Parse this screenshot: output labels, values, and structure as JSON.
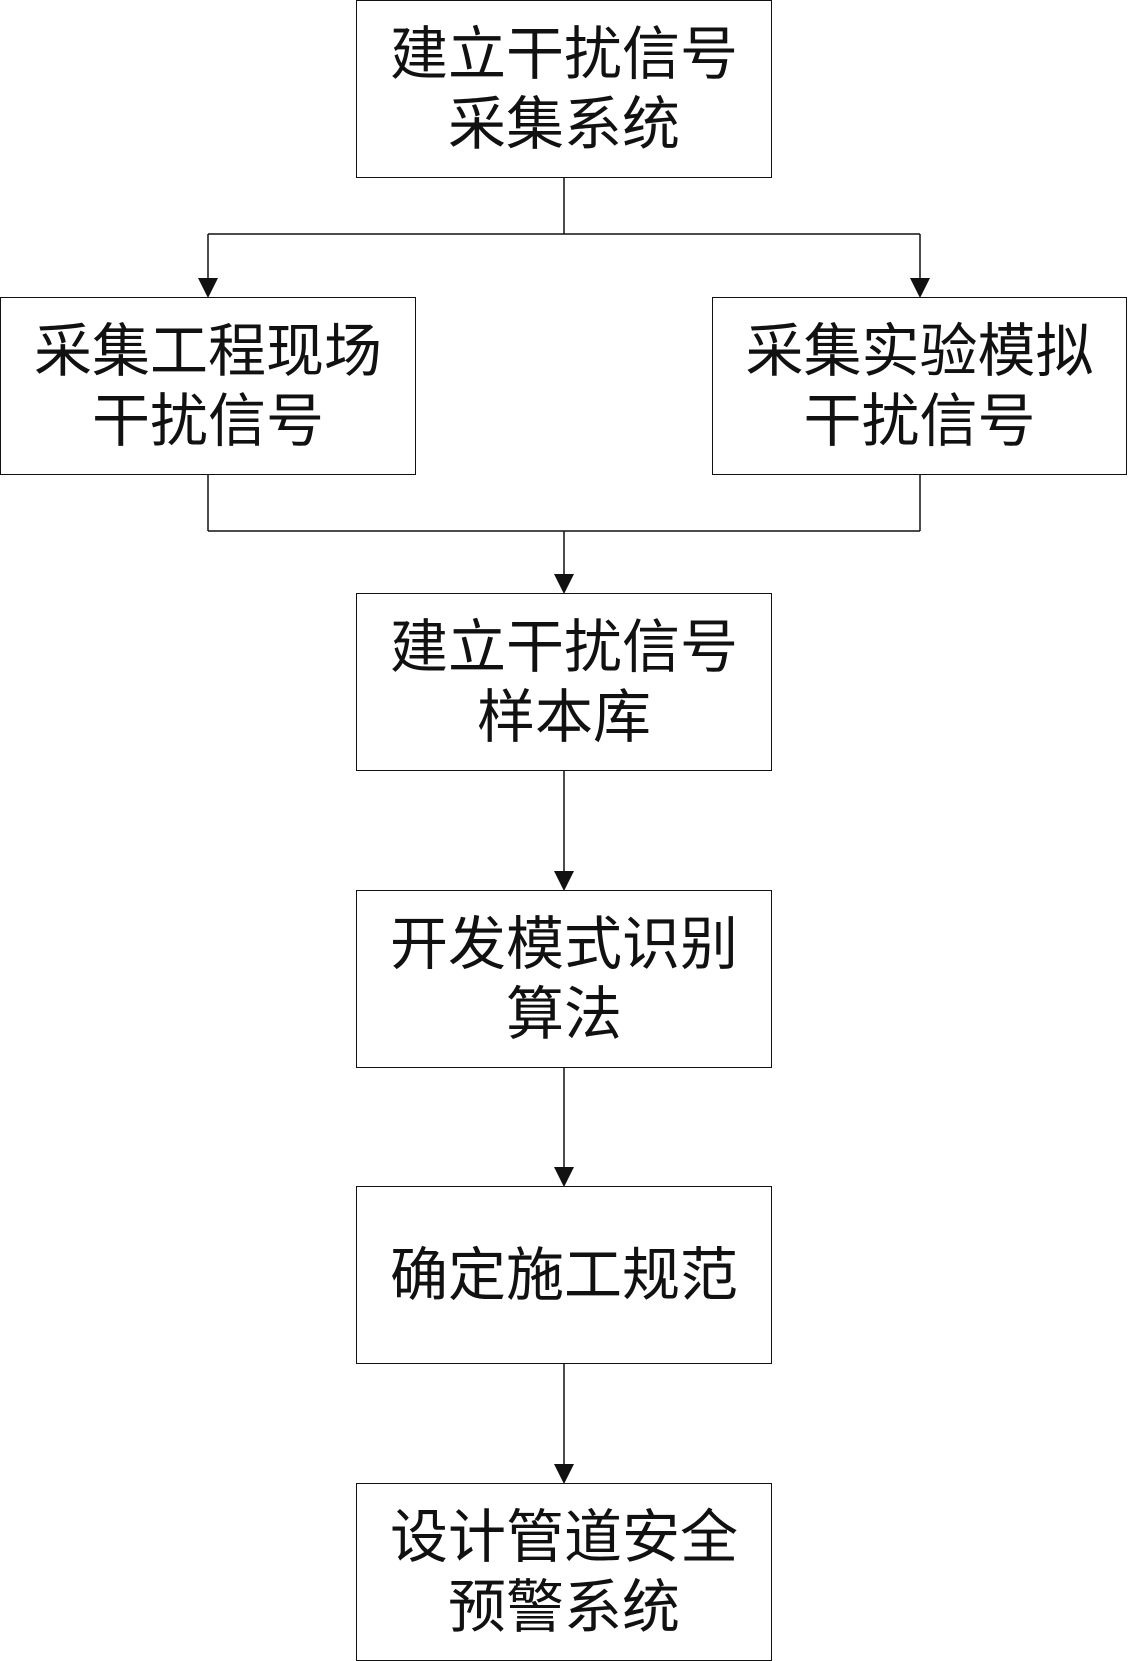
{
  "diagram": {
    "type": "flowchart",
    "nodes": [
      {
        "id": "n1",
        "text": "建立干扰信号\n采集系统"
      },
      {
        "id": "n2",
        "text": "采集工程现场\n干扰信号"
      },
      {
        "id": "n3",
        "text": "采集实验模拟\n干扰信号"
      },
      {
        "id": "n4",
        "text": "建立干扰信号\n样本库"
      },
      {
        "id": "n5",
        "text": "开发模式识别\n算法"
      },
      {
        "id": "n6",
        "text": "确定施工规范"
      },
      {
        "id": "n7",
        "text": "设计管道安全\n预警系统"
      }
    ],
    "edges": [
      {
        "from": "n1",
        "to": "n2"
      },
      {
        "from": "n1",
        "to": "n3"
      },
      {
        "from": "n2",
        "to": "n4"
      },
      {
        "from": "n3",
        "to": "n4"
      },
      {
        "from": "n4",
        "to": "n5"
      },
      {
        "from": "n5",
        "to": "n6"
      },
      {
        "from": "n6",
        "to": "n7"
      }
    ],
    "colors": {
      "stroke": "#111111",
      "text": "#111111",
      "background": "#ffffff"
    }
  }
}
